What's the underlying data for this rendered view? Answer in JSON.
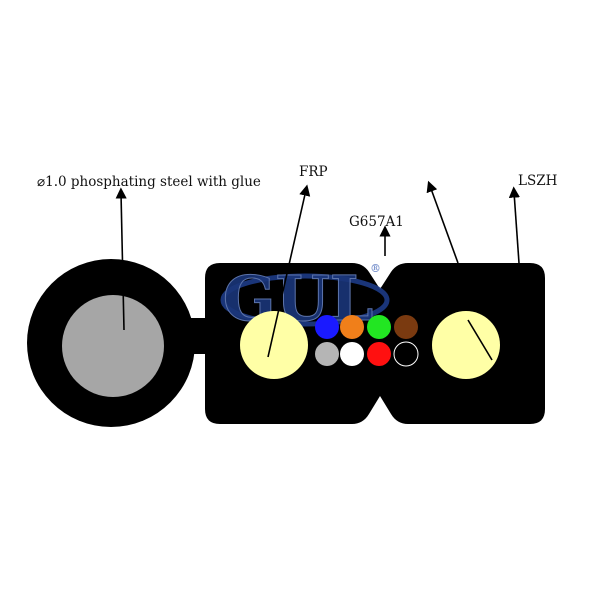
{
  "labels": {
    "steel": "⌀1.0 phosphating steel with glue",
    "frp": "FRP",
    "fiber": "G657A1",
    "sheath": "LSZH"
  },
  "watermark": {
    "text": "GUL",
    "mark": "®"
  },
  "colors": {
    "background": "#ffffff",
    "sheath": "#000000",
    "steel_core": "#a6a6a6",
    "frp": "#ffffa6",
    "watermark": "#1f3f8f",
    "arrow": "#000000",
    "fibers": [
      "#1a1aff",
      "#f07f1a",
      "#22e622",
      "#7a3a10",
      "#b5b5b5",
      "#ffffff",
      "#ff1010",
      "#000000"
    ]
  },
  "fiber_count": 8,
  "icons": [
    "arrow-icon"
  ]
}
